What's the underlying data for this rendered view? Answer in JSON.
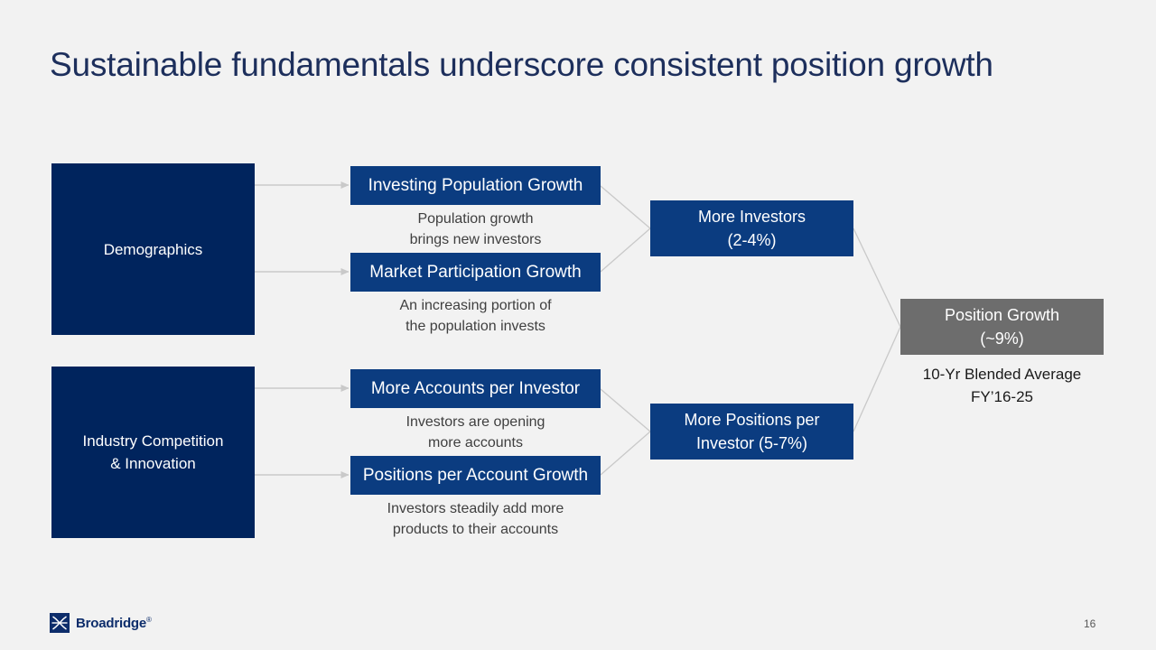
{
  "slide": {
    "title": "Sustainable fundamentals underscore consistent position growth",
    "page_number": "16",
    "background_color": "#f2f2f2"
  },
  "colors": {
    "navy_dark": "#00245d",
    "navy_mid": "#0b3c80",
    "gray_box": "#6d6d6d",
    "title_text": "#1d2f5c",
    "caption_text": "#3f3f3f",
    "connector_line": "#c9c9c9"
  },
  "drivers": [
    {
      "label": "Demographics"
    },
    {
      "label": "Industry Competition\n& Innovation",
      "line1": "Industry Competition",
      "line2": "& Innovation"
    }
  ],
  "factors": [
    {
      "label": "Investing Population Growth",
      "caption_line1": "Population growth",
      "caption_line2": "brings new investors"
    },
    {
      "label": "Market Participation Growth",
      "caption_line1": "An increasing portion of",
      "caption_line2": "the population invests"
    },
    {
      "label": "More Accounts per Investor",
      "caption_line1": "Investors are opening",
      "caption_line2": "more accounts"
    },
    {
      "label": "Positions per Account Growth",
      "caption_line1": "Investors steadily add more",
      "caption_line2": "products to their accounts"
    }
  ],
  "outcomes": [
    {
      "line1": "More Investors",
      "line2": "(2-4%)"
    },
    {
      "line1": "More Positions per",
      "line2": "Investor (5-7%)"
    }
  ],
  "result": {
    "line1": "Position Growth",
    "line2": "(~9%)",
    "caption_line1": "10-Yr Blended Average",
    "caption_line2": "FY’16-25"
  },
  "brand": {
    "name": "Broadridge",
    "registered_mark": "®",
    "logo_icon": "broadridge-logo-icon"
  }
}
